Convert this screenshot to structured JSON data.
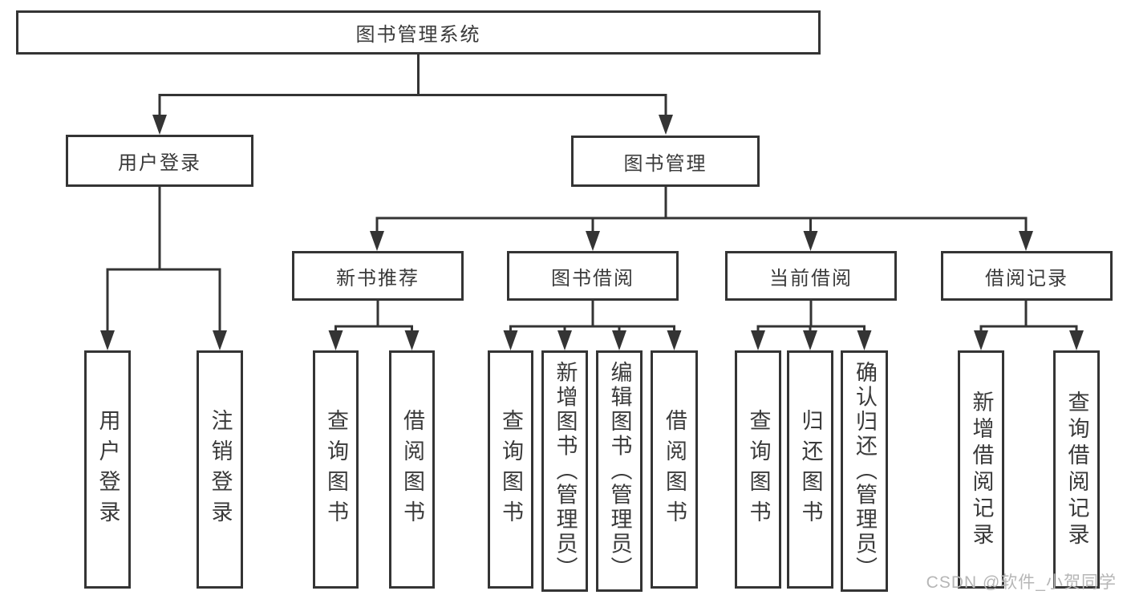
{
  "diagram": {
    "type": "hierarchy",
    "root": {
      "label": "图书管理系统"
    },
    "level2": [
      {
        "id": "user-login",
        "label": "用户登录"
      },
      {
        "id": "book-management",
        "label": "图书管理"
      }
    ],
    "level3": [
      {
        "id": "new-book-recommend",
        "label": "新书推荐",
        "parent": "图书管理"
      },
      {
        "id": "book-borrow",
        "label": "图书借阅",
        "parent": "图书管理"
      },
      {
        "id": "current-borrow",
        "label": "当前借阅",
        "parent": "图书管理"
      },
      {
        "id": "borrow-records",
        "label": "借阅记录",
        "parent": "图书管理"
      }
    ],
    "leaves": [
      {
        "label": "用户登录",
        "parent": "用户登录"
      },
      {
        "label": "注销登录",
        "parent": "用户登录"
      },
      {
        "label": "查询图书",
        "parent": "新书推荐"
      },
      {
        "label": "借阅图书",
        "parent": "新书推荐"
      },
      {
        "label": "查询图书",
        "parent": "图书借阅"
      },
      {
        "label": "新增图书（管理员）",
        "parent": "图书借阅"
      },
      {
        "label": "编辑图书（管理员）",
        "parent": "图书借阅"
      },
      {
        "label": "借阅图书",
        "parent": "图书借阅"
      },
      {
        "label": "查询图书",
        "parent": "当前借阅"
      },
      {
        "label": "归还图书",
        "parent": "当前借阅"
      },
      {
        "label": "确认归还（管理员）",
        "parent": "当前借阅"
      },
      {
        "label": "新增借阅记录",
        "parent": "借阅记录"
      },
      {
        "label": "查询借阅记录",
        "parent": "借阅记录"
      }
    ]
  },
  "watermark": "CSDN @软件_小贺同学",
  "colors": {
    "line": "#343434",
    "text": "#3a3a3a",
    "watermark": "#b6b6b6",
    "background": "#ffffff"
  }
}
